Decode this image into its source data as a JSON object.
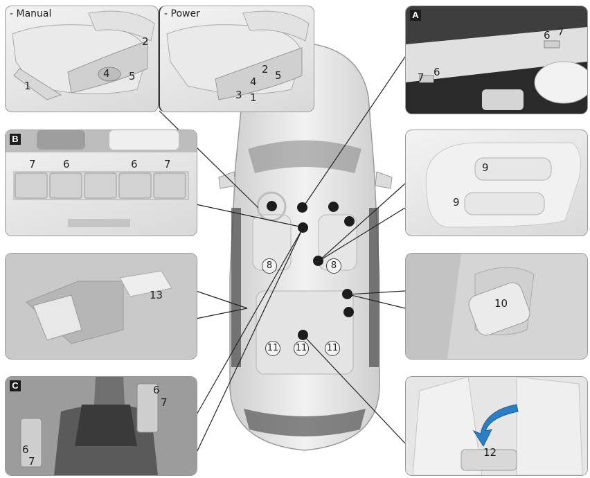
{
  "labels": {
    "manual": "- Manual",
    "power": "- Power",
    "tag_a": "A",
    "tag_b": "B",
    "tag_c": "C"
  },
  "manual_nums": {
    "n1": "1",
    "n2": "2",
    "n4": "4",
    "n5": "5"
  },
  "power_nums": {
    "n1": "1",
    "n2": "2",
    "n3": "3",
    "n4": "4",
    "n5": "5"
  },
  "panel_a": {
    "n6a": "6",
    "n7a": "7",
    "n7b": "7",
    "n6b": "6"
  },
  "panel_b": {
    "n7a": "7",
    "n6a": "6",
    "n6b": "6",
    "n7b": "7"
  },
  "panel_vent": {
    "n9a": "9",
    "n9b": "9"
  },
  "panel_window": {
    "n13": "13"
  },
  "panel_handle": {
    "n10": "10"
  },
  "panel_c": {
    "n6a": "6",
    "n7a": "7",
    "n6b": "6",
    "n7b": "7"
  },
  "panel_armrest": {
    "n12": "12"
  },
  "car": {
    "c8a": "8",
    "c8b": "8",
    "c11a": "11",
    "c11b": "11",
    "c11c": "11"
  },
  "colors": {
    "panel_border": "#9a9a9a",
    "dot": "#1c1c1c",
    "arrow": "#2b7fc4"
  }
}
